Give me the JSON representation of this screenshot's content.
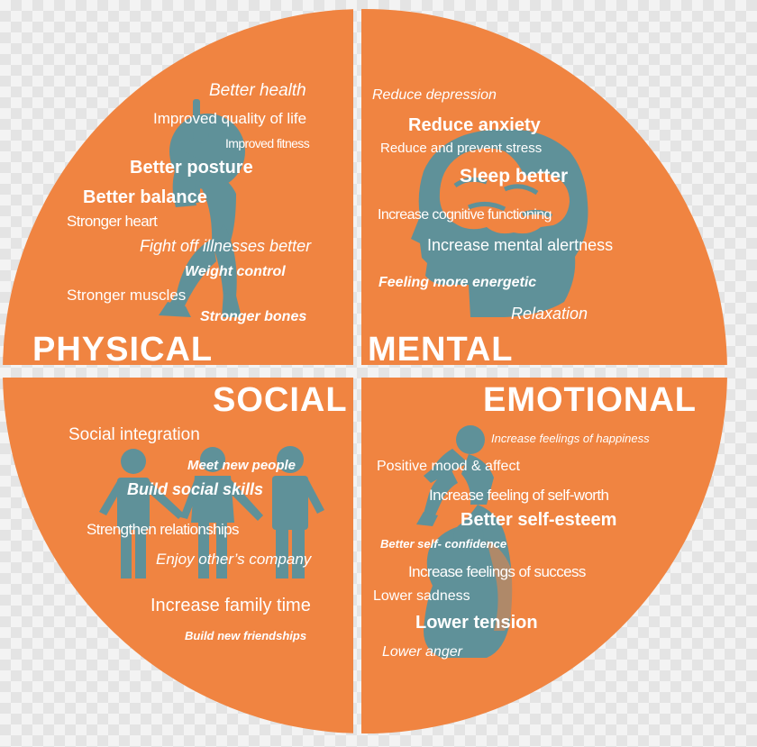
{
  "colors": {
    "orange": "#f08441",
    "teal": "#5f9199",
    "white": "#ffffff"
  },
  "quadrants": {
    "physical": {
      "title": "PHYSICAL",
      "figure_icon": "weightlifter-icon",
      "items": [
        "Better health",
        "Improved quality of life",
        "Improved fitness",
        "Better posture",
        "Better balance",
        "Stronger heart",
        "Fight off illnesses better",
        "Weight control",
        "Stronger muscles",
        "Stronger bones"
      ]
    },
    "mental": {
      "title": "MENTAL",
      "figure_icon": "head-brain-icon",
      "items": [
        "Reduce depression",
        "Reduce anxiety",
        "Reduce and prevent stress",
        "Sleep better",
        "Increase cognitive functioning",
        "Increase mental alertness",
        "Feeling more energetic",
        "Relaxation"
      ]
    },
    "social": {
      "title": "SOCIAL",
      "figure_icon": "three-people-icon",
      "items": [
        "Social integration",
        "Meet new people",
        "Build social skills",
        "Strengthen relationships",
        "Enjoy other’s company",
        "Increase family time",
        "Build new friendships"
      ]
    },
    "emotional": {
      "title": "EMOTIONAL",
      "figure_icon": "parent-child-icon",
      "items": [
        "Increase feelings of happiness",
        "Positive mood & affect",
        "Increase feeling of self-worth",
        "Better self-esteem",
        "Better self- confidence",
        "Increase feelings of success",
        "Lower sadness",
        "Lower tension",
        "Lower anger"
      ]
    }
  }
}
